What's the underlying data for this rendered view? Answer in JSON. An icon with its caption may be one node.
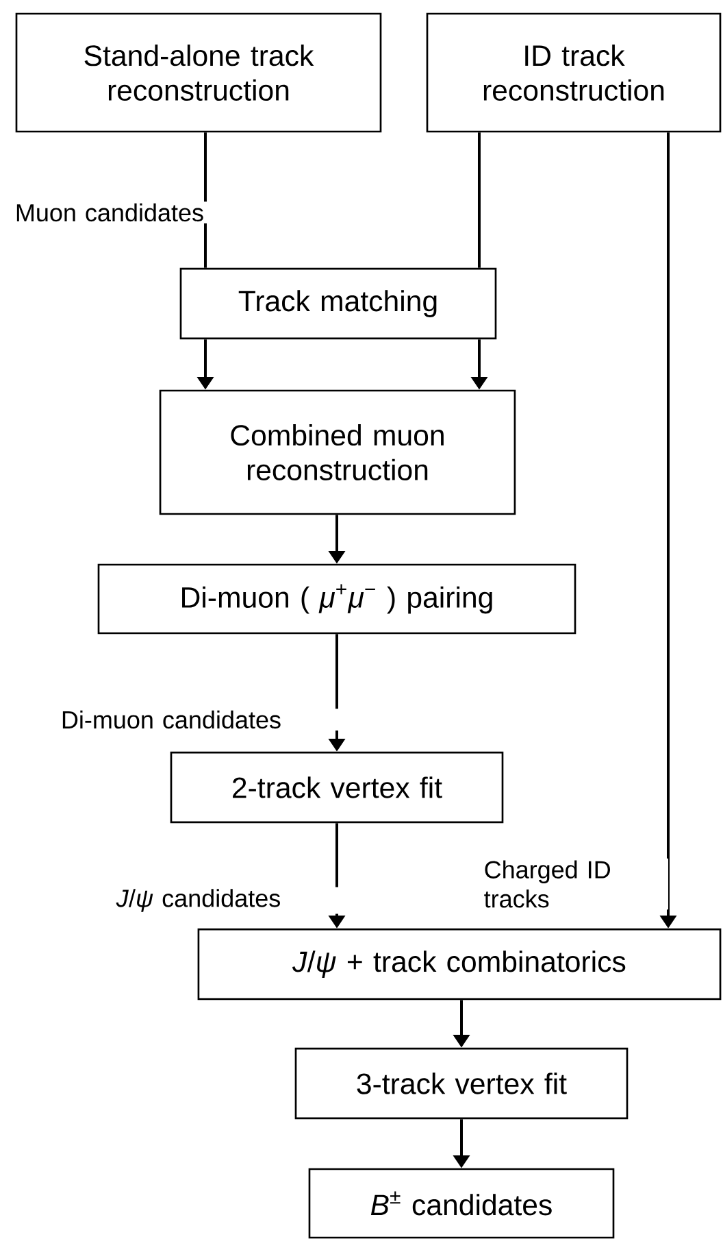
{
  "diagram": {
    "nodes": [
      {
        "text": [
          "Stand-alone track reconstruction"
        ]
      },
      {
        "text": [
          "ID track reconstruction"
        ]
      },
      {
        "text": [
          "Track matching"
        ]
      },
      {
        "text": [
          "Combined muon reconstruction"
        ]
      },
      {
        "text": [
          "Di-muon ( *μ*$^{+}$*μ*$^{−}$ ) pairing"
        ]
      },
      {
        "text": [
          "2-track vertex fit"
        ]
      },
      {
        "text": [
          "*J*/*ψ* + track combinatorics"
        ]
      },
      {
        "text": [
          "3-track vertex fit"
        ]
      },
      {
        "text": [
          "*B*$^{±}$ candidates"
        ]
      }
    ],
    "edges": [
      {
        "from": 0,
        "to": 2,
        "arrow": "none",
        "label": "Muon candidates"
      },
      {
        "from": 1,
        "to": 2,
        "arrow": "none"
      },
      {
        "from": 2,
        "to": 3,
        "arrow": "to"
      },
      {
        "from": 2,
        "to": 3,
        "arrow": "to"
      },
      {
        "from": 3,
        "to": 4,
        "arrow": "to"
      },
      {
        "from": 4,
        "to": 5,
        "arrow": "to",
        "label": "Di-muon candidates"
      },
      {
        "from": 5,
        "to": 6,
        "arrow": "to",
        "label": "*J*/*ψ* candidates"
      },
      {
        "from": 1,
        "to": 6,
        "arrow": "to",
        "label": "Charged ID tracks"
      },
      {
        "from": 6,
        "to": 7,
        "arrow": "to"
      },
      {
        "from": 7,
        "to": 8,
        "arrow": "to"
      }
    ]
  }
}
